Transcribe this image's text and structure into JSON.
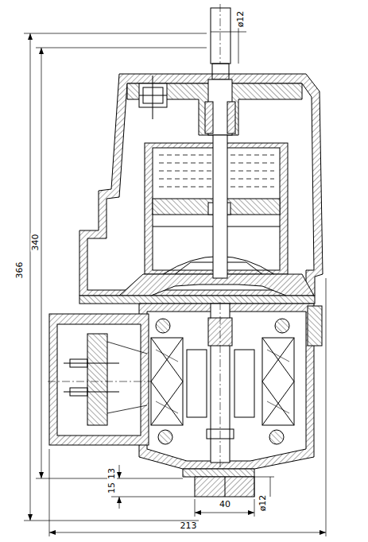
{
  "diagram": {
    "labels": [
      "ø12",
      "366",
      "340",
      "13",
      "15",
      "40",
      "ø12",
      "213"
    ]
  }
}
